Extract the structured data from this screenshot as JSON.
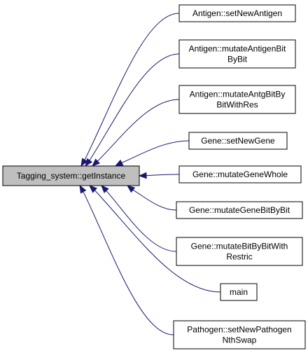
{
  "diagram": {
    "target": {
      "id": "getInstance",
      "lines": [
        "Tagging_system::getInstance"
      ]
    },
    "callers": [
      {
        "id": "setNewAntigen",
        "lines": [
          "Antigen::setNewAntigen"
        ]
      },
      {
        "id": "mutateAntigenBitByBit",
        "lines": [
          "Antigen::mutateAntigenBit",
          "ByBit"
        ]
      },
      {
        "id": "mutateAntgBitByBitWithRes",
        "lines": [
          "Antigen::mutateAntgBitBy",
          "BitWithRes"
        ]
      },
      {
        "id": "setNewGene",
        "lines": [
          "Gene::setNewGene"
        ]
      },
      {
        "id": "mutateGeneWhole",
        "lines": [
          "Gene::mutateGeneWhole"
        ]
      },
      {
        "id": "mutateGeneBitByBit",
        "lines": [
          "Gene::mutateGeneBitByBit"
        ]
      },
      {
        "id": "mutateBitByBitWithRestric",
        "lines": [
          "Gene::mutateBitByBitWith",
          "Restric"
        ]
      },
      {
        "id": "main",
        "lines": [
          "main"
        ]
      },
      {
        "id": "setNewPathogenNthSwap",
        "lines": [
          "Pathogen::setNewPathogen",
          "NthSwap"
        ]
      }
    ]
  }
}
